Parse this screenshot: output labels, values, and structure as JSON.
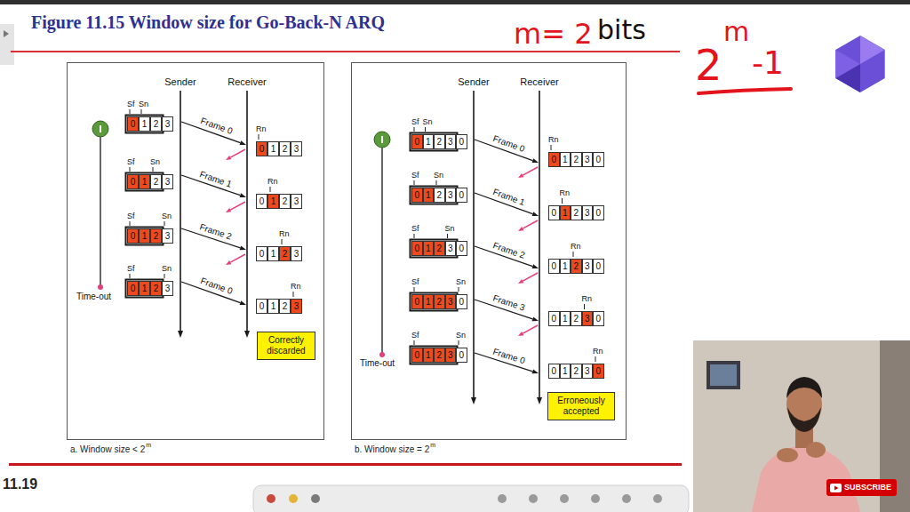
{
  "diagram": {
    "title": "Figure 11.15 Window size for Go-Back-N ARQ",
    "nodes": [
      {
        "text": [
          "a. Window size < 2",
          "m"
        ]
      },
      {
        "text": [
          "Correctly discarded"
        ],
        "in": 0
      },
      {
        "text": [
          "b. Window size = 2",
          "m"
        ]
      },
      {
        "text": [
          "Erroneously accepted"
        ],
        "in": 2
      },
      {
        "text": [
          "SUBSCRIBE"
        ]
      }
    ],
    "labels": [
      "m= 2",
      "bits",
      "2",
      "m",
      "-1",
      "Sender",
      "Receiver",
      "Sf",
      "Sn",
      "0",
      "1",
      "2",
      "3",
      "Sf",
      "Sn",
      "0",
      "1",
      "2",
      "3",
      "Sf",
      "Sn",
      "0",
      "1",
      "2",
      "3",
      "Sf",
      "Sn",
      "0",
      "1",
      "2",
      "3",
      "Frame 0",
      "Frame 1",
      "Frame 2",
      "Frame 0",
      "Rn",
      "0",
      "1",
      "2",
      "3",
      "Rn",
      "0",
      "1",
      "2",
      "3",
      "Rn",
      "0",
      "1",
      "2",
      "3",
      "Rn",
      "0",
      "1",
      "2",
      "3",
      "Time-out",
      "Sender",
      "Receiver",
      "Sf",
      "Sn",
      "0",
      "1",
      "2",
      "3",
      "0",
      "Sf",
      "Sn",
      "0",
      "1",
      "2",
      "3",
      "0",
      "Sf",
      "Sn",
      "0",
      "1",
      "2",
      "3",
      "0",
      "Sf",
      "Sn",
      "0",
      "1",
      "2",
      "3",
      "0",
      "Sf",
      "Sn",
      "0",
      "1",
      "2",
      "3",
      "0",
      "Frame 0",
      "Frame 1",
      "Frame 2",
      "Frame 3",
      "Frame 0",
      "Rn",
      "0",
      "1",
      "2",
      "3",
      "0",
      "Rn",
      "0",
      "1",
      "2",
      "3",
      "0",
      "Rn",
      "0",
      "1",
      "2",
      "3",
      "0",
      "Rn",
      "0",
      "1",
      "2",
      "3",
      "0",
      "Rn",
      "0",
      "1",
      "2",
      "3",
      "0",
      "Time-out",
      "11.19"
    ]
  }
}
